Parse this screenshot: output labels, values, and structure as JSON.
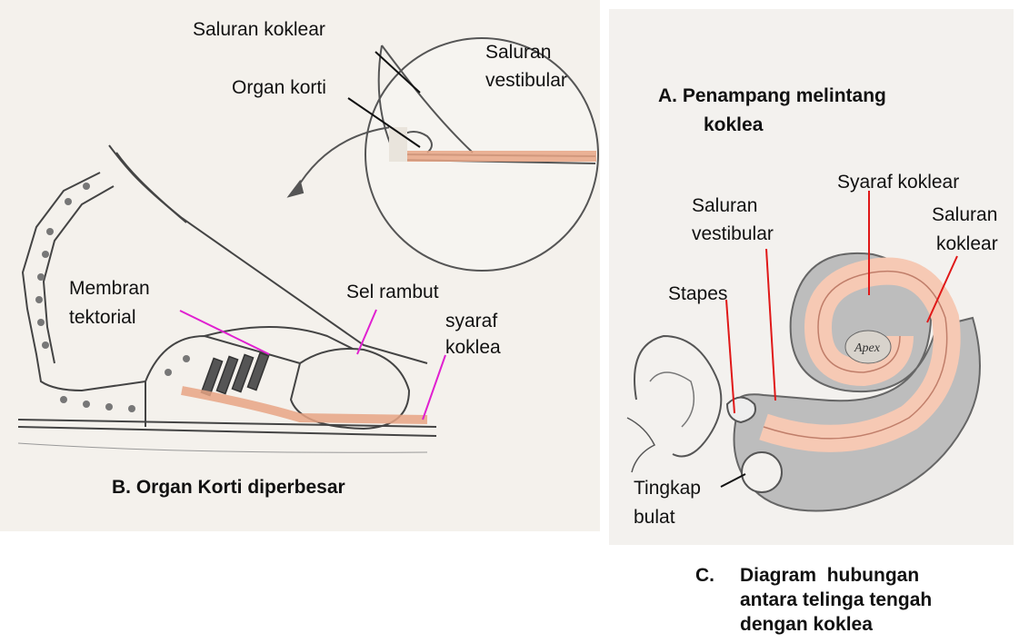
{
  "colors": {
    "scan": "#f2efe9",
    "tissue": "#555555",
    "fiber": "#e8a585",
    "cochlea_gray": "#bdbdbd",
    "cochlea_pink": "#f6c9b4",
    "pointer_black": "#111111",
    "pointer_magenta": "#e020d0",
    "pointer_red": "#e01818"
  },
  "panel_a": {
    "caption_line1": "A. Penampang melintang",
    "caption_line2": "koklea",
    "labels": {
      "saluran_koklear": "Saluran koklear",
      "organ_korti": "Organ korti",
      "saluran_vestibular_1": "Saluran",
      "saluran_vestibular_2": "vestibular"
    }
  },
  "panel_b": {
    "caption": "B. Organ Korti diperbesar",
    "labels": {
      "membran_1": "Membran",
      "membran_2": "tektorial",
      "sel_rambut": "Sel rambut",
      "syaraf_1": "syaraf",
      "syaraf_2": "koklea"
    }
  },
  "panel_c": {
    "caption_prefix": "C.",
    "caption_line1": "Diagram  hubungan",
    "caption_line2": "antara telinga tengah",
    "caption_line3": "dengan koklea",
    "labels": {
      "syaraf_koklear": "Syaraf koklear",
      "saluran_koklear_1": "Saluran",
      "saluran_koklear_2": "koklear",
      "saluran_vestibular_1": "Saluran",
      "saluran_vestibular_2": "vestibular",
      "stapes": "Stapes",
      "tingkap_1": "Tingkap",
      "tingkap_2": "bulat",
      "apex": "Apex"
    }
  }
}
